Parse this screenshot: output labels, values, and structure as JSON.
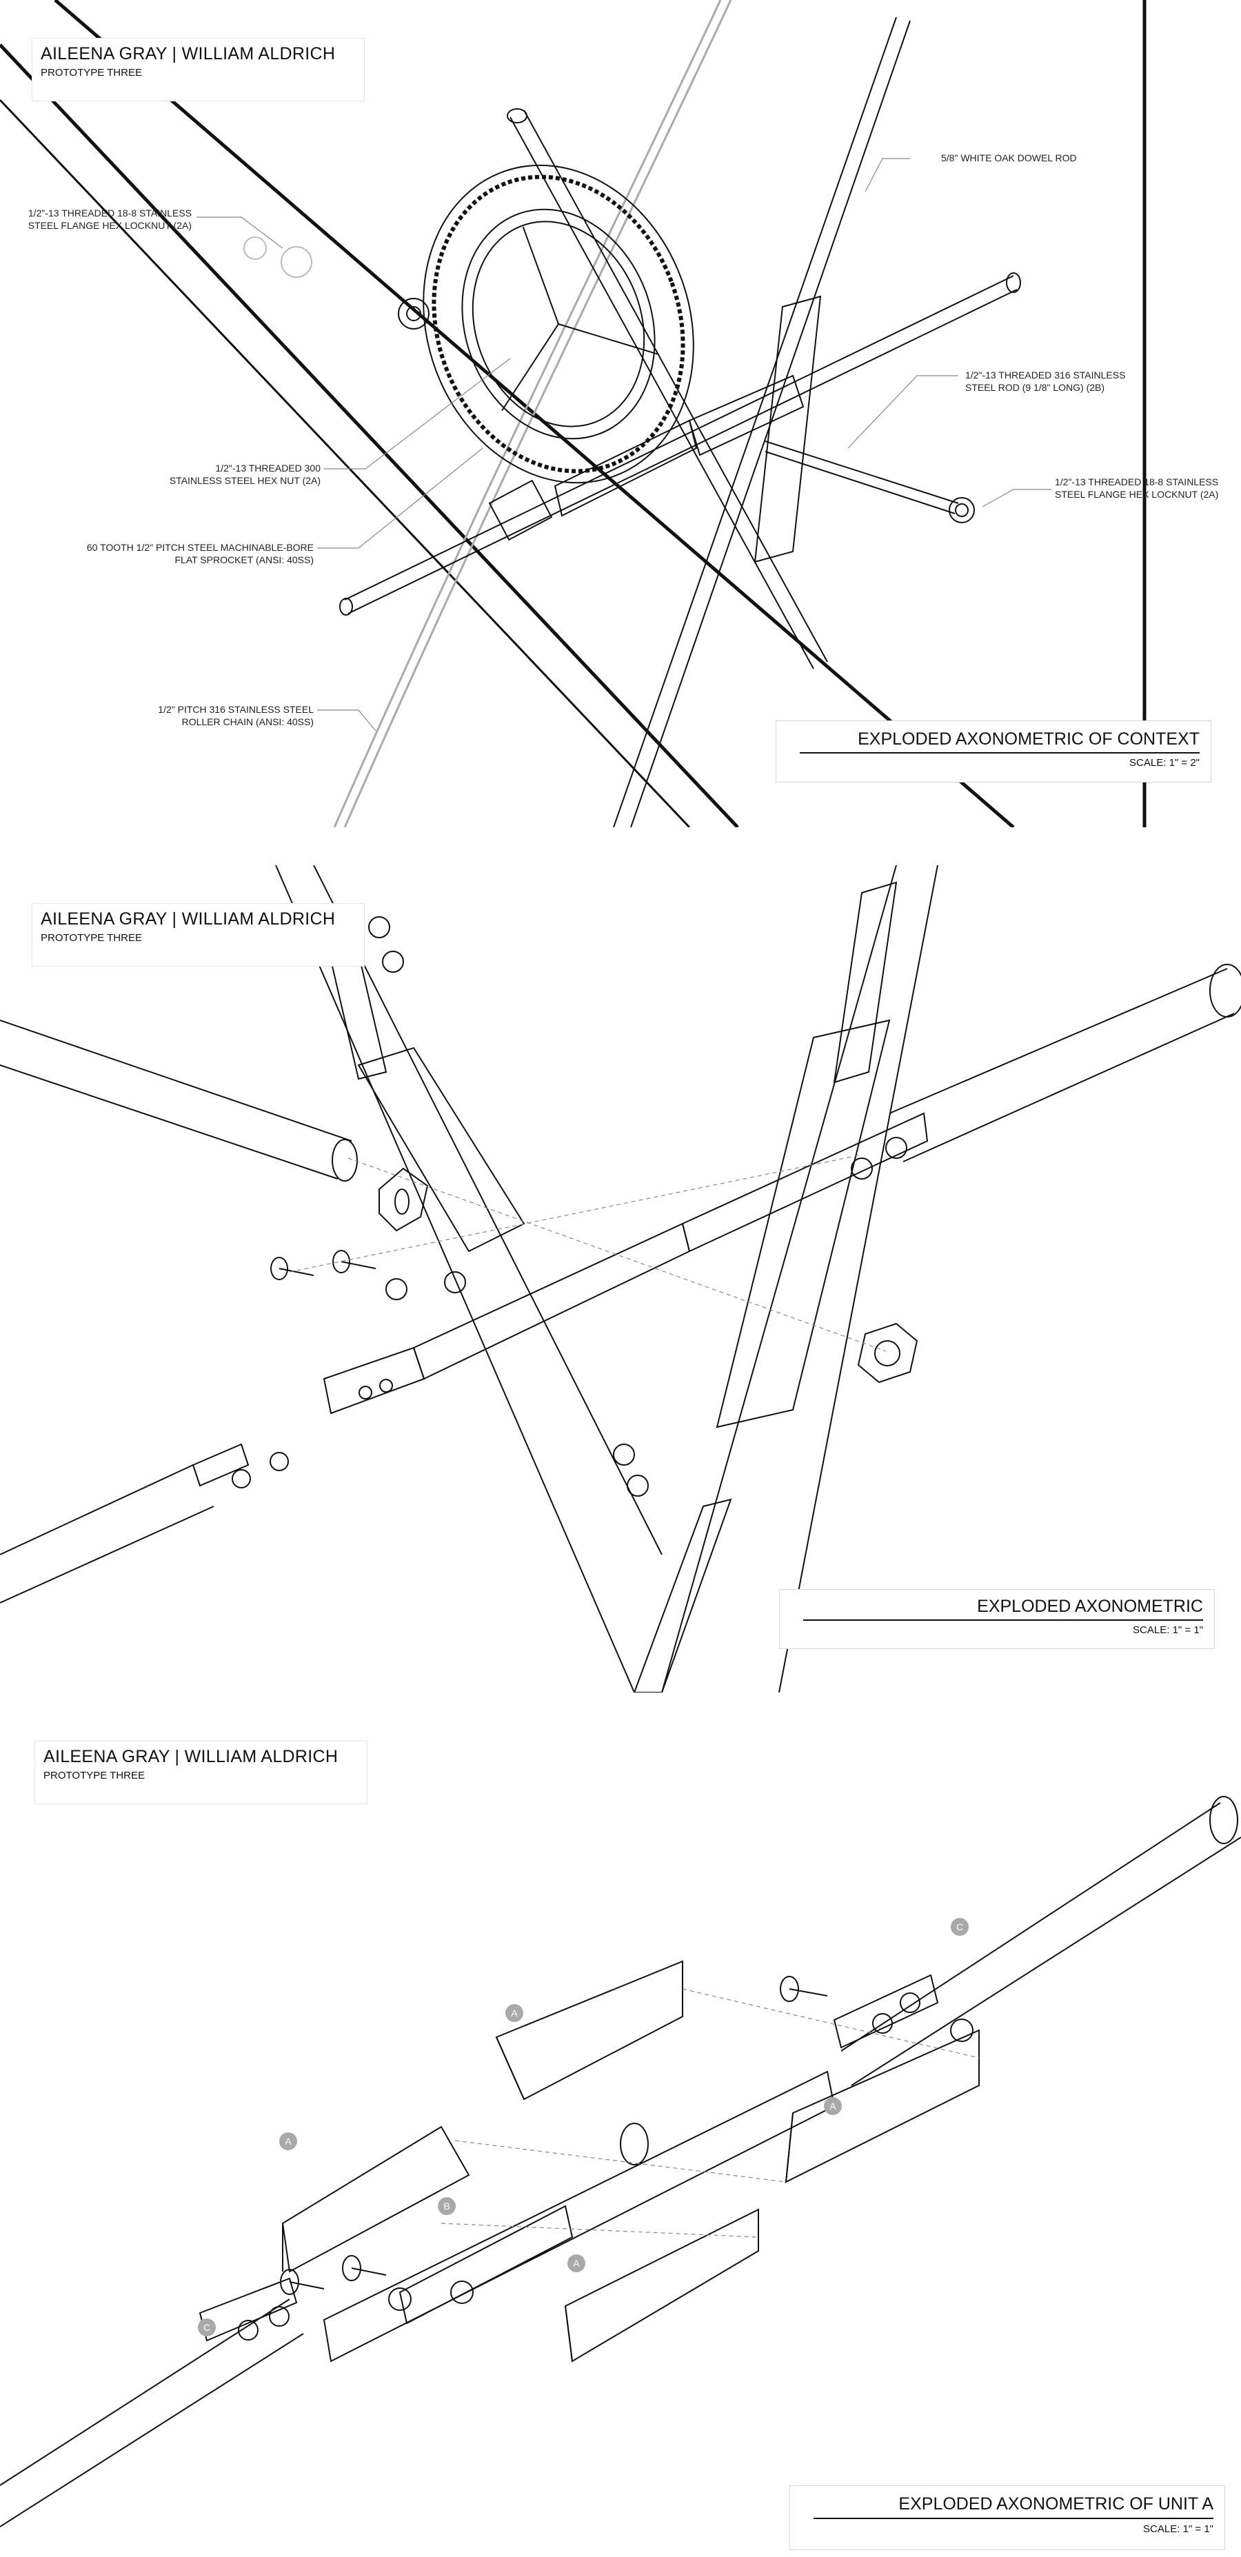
{
  "sheets": [
    {
      "authors": "AILEENA GRAY | WILLIAM ALDRICH",
      "project": "PROTOTYPE THREE",
      "view_title": "EXPLODED AXONOMETRIC OF CONTEXT",
      "scale": "SCALE: 1\" = 2\"",
      "callouts": {
        "dowel": "5/8\" WHITE OAK DOWEL ROD",
        "locknut_left_1": "1/2\"-13 THREADED 18-8 STAINLESS",
        "locknut_left_2": "STEEL FLANGE HEX LOCKNUT (2A)",
        "rod_1": "1/2\"-13 THREADED 316 STAINLESS",
        "rod_2": "STEEL ROD (9 1/8\" LONG) (2B)",
        "hexnut_1": "1/2\"-13 THREADED 300",
        "hexnut_2": "STAINLESS STEEL HEX NUT (2A)",
        "locknut_right_1": "1/2\"-13 THREADED 18-8 STAINLESS",
        "locknut_right_2": "STEEL FLANGE HEX LOCKNUT (2A)",
        "sprocket_1": "60 TOOTH 1/2\" PITCH STEEL MACHINABLE-BORE",
        "sprocket_2": "FLAT SPROCKET (ANSI: 40SS)",
        "chain_1": "1/2\" PITCH 316 STAINLESS STEEL",
        "chain_2": "ROLLER CHAIN (ANSI: 40SS)"
      }
    },
    {
      "authors": "AILEENA GRAY | WILLIAM ALDRICH",
      "project": "PROTOTYPE THREE",
      "view_title": "EXPLODED AXONOMETRIC",
      "scale": "SCALE: 1\" = 1\""
    },
    {
      "authors": "AILEENA GRAY | WILLIAM ALDRICH",
      "project": "PROTOTYPE THREE",
      "view_title": "EXPLODED AXONOMETRIC OF UNIT A",
      "scale": "SCALE: 1\" = 1\"",
      "part_tags": [
        "A",
        "A",
        "A",
        "A",
        "B",
        "C",
        "C"
      ]
    }
  ]
}
